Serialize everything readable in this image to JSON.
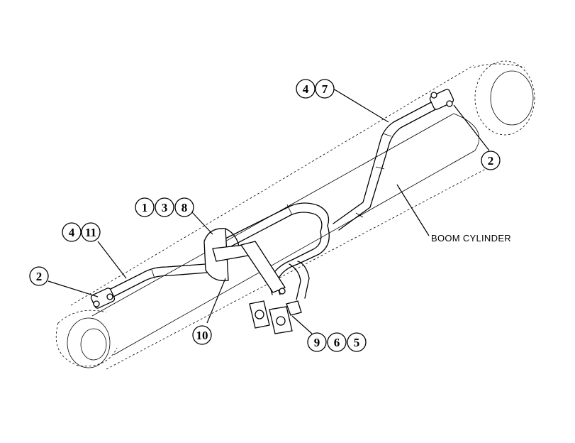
{
  "diagram": {
    "label": "BOOM CYLINDER",
    "callout_groups": [
      {
        "name": "callout-4-7",
        "items": [
          "4",
          "7"
        ]
      },
      {
        "name": "callout-2-right",
        "items": [
          "2"
        ]
      },
      {
        "name": "callout-1-3-8",
        "items": [
          "1",
          "3",
          "8"
        ]
      },
      {
        "name": "callout-4-11",
        "items": [
          "4",
          "11"
        ]
      },
      {
        "name": "callout-2-left",
        "items": [
          "2"
        ]
      },
      {
        "name": "callout-10",
        "items": [
          "10"
        ]
      },
      {
        "name": "callout-9-6-5",
        "items": [
          "9",
          "6",
          "5"
        ]
      }
    ]
  }
}
